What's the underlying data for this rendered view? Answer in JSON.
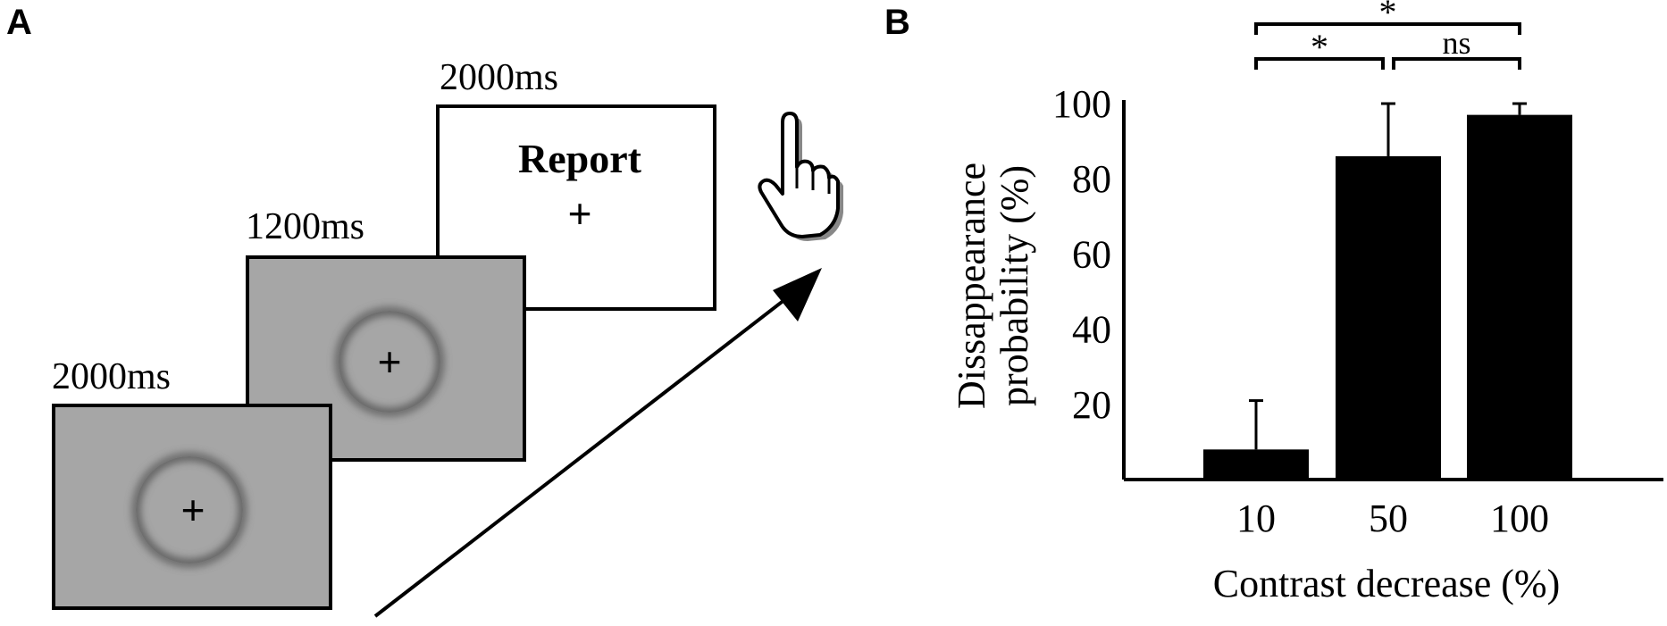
{
  "panel_a": {
    "letter": "A",
    "screens": [
      {
        "duration": "2000ms",
        "fixation": "+"
      },
      {
        "duration": "1200ms",
        "fixation": "+"
      },
      {
        "duration": "2000ms",
        "fixation": "+",
        "label": "Report"
      }
    ],
    "icons": {
      "response": "pointing-hand-icon",
      "sequence": "arrow-icon"
    }
  },
  "panel_b": {
    "letter": "B",
    "colors": {
      "bars": "#000000"
    }
  },
  "chart_data": {
    "type": "bar",
    "xlabel": "Contrast decrease (%)",
    "ylabel_lines": [
      "Dissappearance",
      "probability (%)"
    ],
    "categories": [
      "10",
      "50",
      "100"
    ],
    "values": [
      8,
      86,
      97
    ],
    "errors": [
      13,
      14,
      3
    ],
    "yticks": [
      20,
      40,
      60,
      80,
      100
    ],
    "ylim": [
      0,
      100
    ],
    "grid": false,
    "significance": [
      {
        "from": 0,
        "to": 1,
        "label": "*"
      },
      {
        "from": 1,
        "to": 2,
        "label": "ns"
      },
      {
        "from": 0,
        "to": 2,
        "label": "*"
      }
    ]
  }
}
